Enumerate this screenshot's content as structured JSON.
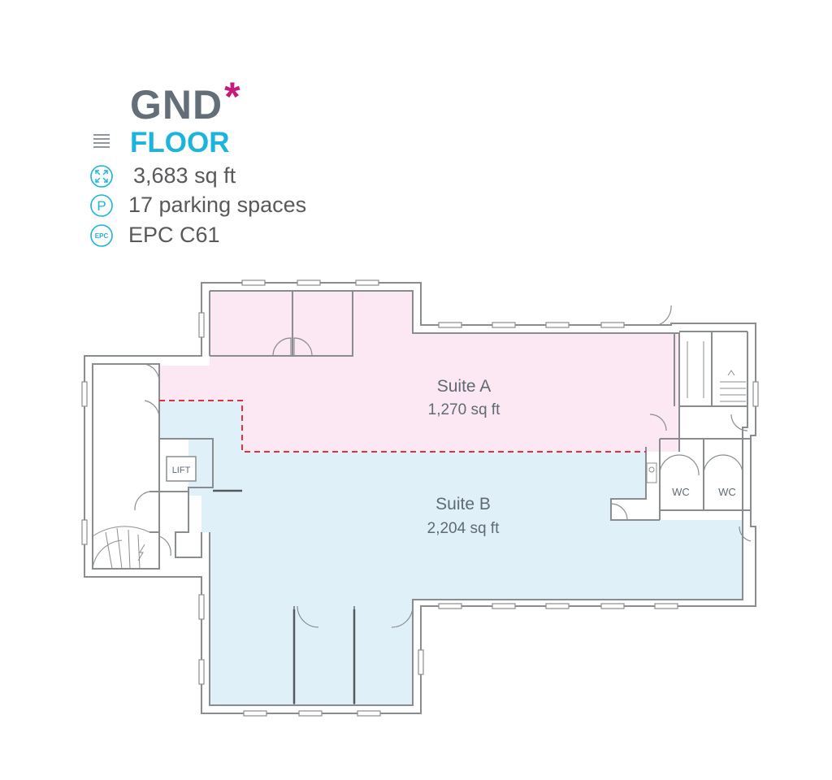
{
  "header": {
    "floor_code": "GND",
    "asterisk": "*",
    "floor_word": "FLOOR",
    "area": "3,683 sq ft",
    "parking": "17 parking spaces",
    "epc": "EPC C61",
    "icons": [
      "menu-icon",
      "area-expand-icon",
      "parking-icon",
      "epc-icon"
    ]
  },
  "plan": {
    "lift_label": "LIFT",
    "wc_labels": [
      "WC",
      "WC"
    ],
    "suites": [
      {
        "name": "Suite A",
        "area": "1,270 sq ft",
        "fill": "#fce8f3"
      },
      {
        "name": "Suite B",
        "area": "2,204 sq ft",
        "fill": "#e0f0f9"
      }
    ],
    "divider_color": "#e0313f",
    "wall_color": "#8a8d90"
  }
}
